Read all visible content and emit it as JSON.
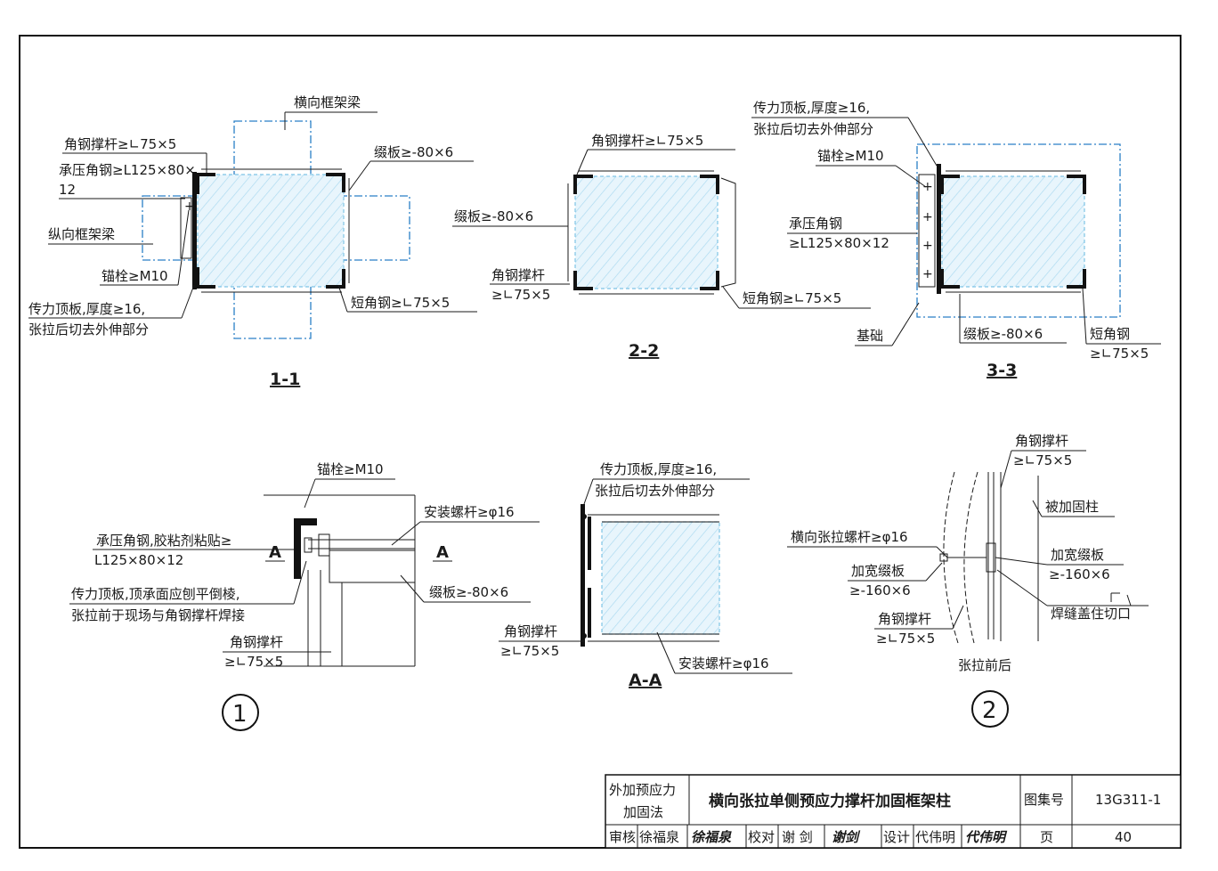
{
  "sections": {
    "s11": {
      "title": "1-1",
      "labels": {
        "beam_transverse": "横向框架梁",
        "angle_strut": "角钢撑杆≥∟75×5",
        "bearing_angle_1": "承压角钢≥L125×80×",
        "bearing_angle_2": "12",
        "beam_longitudinal": "纵向框架梁",
        "anchor": "锚栓≥M10",
        "top_plate_1": "传力顶板,厚度≥16,",
        "top_plate_2": "张拉后切去外伸部分",
        "batten": "缀板≥-80×6",
        "short_angle": "短角钢≥∟75×5"
      }
    },
    "s22": {
      "title": "2-2",
      "labels": {
        "angle_strut_top": "角钢撑杆≥∟75×5",
        "batten": "缀板≥-80×6",
        "angle_strut_1": "角钢撑杆",
        "angle_strut_2": "≥∟75×5",
        "short_angle": "短角钢≥∟75×5"
      }
    },
    "s33": {
      "title": "3-3",
      "labels": {
        "top_plate_1": "传力顶板,厚度≥16,",
        "top_plate_2": "张拉后切去外伸部分",
        "anchor": "锚栓≥M10",
        "bearing_1": "承压角钢",
        "bearing_2": "≥L125×80×12",
        "foundation": "基础",
        "batten": "缀板≥-80×6",
        "short_1": "短角钢",
        "short_2": "≥∟75×5"
      }
    },
    "d1": {
      "number": "1",
      "labels": {
        "anchor": "锚栓≥M10",
        "bolt": "安装螺杆≥φ16",
        "bearing_1": "承压角钢,胶粘剂粘贴≥",
        "bearing_2": "L125×80×12",
        "section_mark": "A",
        "plate_1": "传力顶板,顶承面应刨平倒棱,",
        "plate_2": "张拉前于现场与角钢撑杆焊接",
        "batten": "缀板≥-80×6",
        "strut_1": "角钢撑杆",
        "strut_2": "≥∟75×5"
      }
    },
    "aa": {
      "title": "A-A",
      "labels": {
        "plate_1": "传力顶板,厚度≥16,",
        "plate_2": "张拉后切去外伸部分",
        "strut_1": "角钢撑杆",
        "strut_2": "≥∟75×5",
        "bolt": "安装螺杆≥φ16"
      }
    },
    "d2": {
      "number": "2",
      "labels": {
        "strut_top_1": "角钢撑杆",
        "strut_top_2": "≥∟75×5",
        "column": "被加固柱",
        "bolt": "横向张拉螺杆≥φ16",
        "wide_l_1": "加宽缀板",
        "wide_l_2": "≥-160×6",
        "wide_r_1": "加宽缀板",
        "wide_r_2": "≥-160×6",
        "strut_bot_1": "角钢撑杆",
        "strut_bot_2": "≥∟75×5",
        "weld": "焊缝盖住切口",
        "caption": "张拉前后"
      }
    }
  },
  "title_block": {
    "category_1": "外加预应力",
    "category_2": "加固法",
    "title": "横向张拉单侧预应力撑杆加固框架柱",
    "atlas_label": "图集号",
    "atlas_no": "13G311-1",
    "review_label": "审核",
    "reviewer": "徐福泉",
    "reviewer_sign": "徐福泉",
    "check_label": "校对",
    "checker": "谢 剑",
    "checker_sign": "谢剑",
    "design_label": "设计",
    "designer": "代伟明",
    "designer_sign": "代伟明",
    "page_label": "页",
    "page_no": "40"
  },
  "colors": {
    "ink": "#1a1a1a",
    "axis_blue": "#2a7fc6",
    "hatch_blue": "#9fd3ee"
  }
}
